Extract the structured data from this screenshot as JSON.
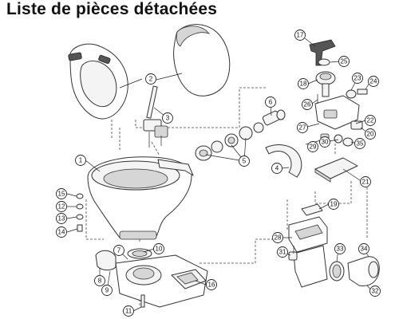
{
  "title": "Liste de pièces détachées",
  "callouts": [
    {
      "id": "c1",
      "label": "1"
    },
    {
      "id": "c2",
      "label": "2"
    },
    {
      "id": "c3",
      "label": "3"
    },
    {
      "id": "c4",
      "label": "4"
    },
    {
      "id": "c5",
      "label": "5"
    },
    {
      "id": "c6",
      "label": "6"
    },
    {
      "id": "c7",
      "label": "7"
    },
    {
      "id": "c8",
      "label": "8"
    },
    {
      "id": "c9",
      "label": "9"
    },
    {
      "id": "c10",
      "label": "10"
    },
    {
      "id": "c11",
      "label": "11"
    },
    {
      "id": "c12",
      "label": "12"
    },
    {
      "id": "c13",
      "label": "13"
    },
    {
      "id": "c14",
      "label": "14"
    },
    {
      "id": "c15",
      "label": "15"
    },
    {
      "id": "c16",
      "label": "16"
    },
    {
      "id": "c17",
      "label": "17"
    },
    {
      "id": "c18",
      "label": "18"
    },
    {
      "id": "c19",
      "label": "19"
    },
    {
      "id": "c20",
      "label": "20"
    },
    {
      "id": "c21",
      "label": "21"
    },
    {
      "id": "c22",
      "label": "22"
    },
    {
      "id": "c23",
      "label": "23"
    },
    {
      "id": "c24",
      "label": "24"
    },
    {
      "id": "c25",
      "label": "25"
    },
    {
      "id": "c26",
      "label": "26"
    },
    {
      "id": "c27",
      "label": "27"
    },
    {
      "id": "c28",
      "label": "28"
    },
    {
      "id": "c29",
      "label": "29"
    },
    {
      "id": "c30",
      "label": "30"
    },
    {
      "id": "c31",
      "label": "31"
    },
    {
      "id": "c32",
      "label": "32"
    },
    {
      "id": "c33",
      "label": "33"
    },
    {
      "id": "c34",
      "label": "34"
    },
    {
      "id": "c35",
      "label": "35"
    }
  ]
}
